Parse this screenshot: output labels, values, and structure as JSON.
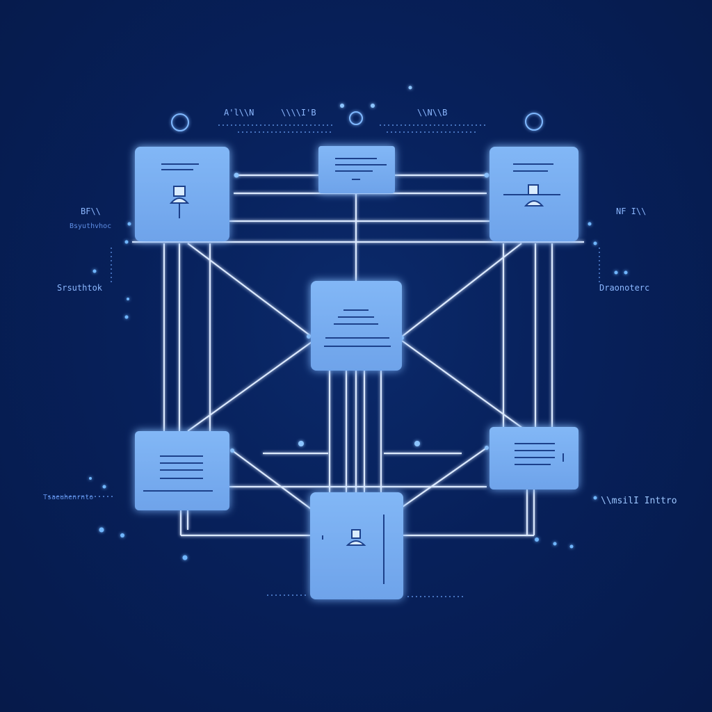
{
  "colors": {
    "background": "#071e55",
    "node_fill": "#6fa6ec",
    "node_fill_light": "#7db3f4",
    "line": "#dbe9ff",
    "dot": "#6fb6ff",
    "label": "#7fb2ff"
  },
  "nodes": [
    {
      "id": "top-left",
      "icon": "valve-icon"
    },
    {
      "id": "top-center",
      "icon": "lines-icon"
    },
    {
      "id": "top-right",
      "icon": "valve-icon"
    },
    {
      "id": "center",
      "icon": "lines-icon"
    },
    {
      "id": "bottom-left",
      "icon": "lines-icon"
    },
    {
      "id": "bottom-right",
      "icon": "lines-icon"
    },
    {
      "id": "bottom-center",
      "icon": "plug-icon"
    }
  ],
  "labels": {
    "top_1": "A'l\\\\N",
    "top_2": "\\\\\\\\I'B",
    "top_3": "\\\\N\\\\B",
    "left_1": "BF\\\\",
    "left_2": "Bsyuthvhoc",
    "left_3": "Srsuthtok",
    "right_1": "NF I\\\\",
    "right_2": "Draonoterc",
    "right_3": "\\\\msilI Inttro",
    "bottom_left_text": "Tsaeuhenrnto"
  }
}
